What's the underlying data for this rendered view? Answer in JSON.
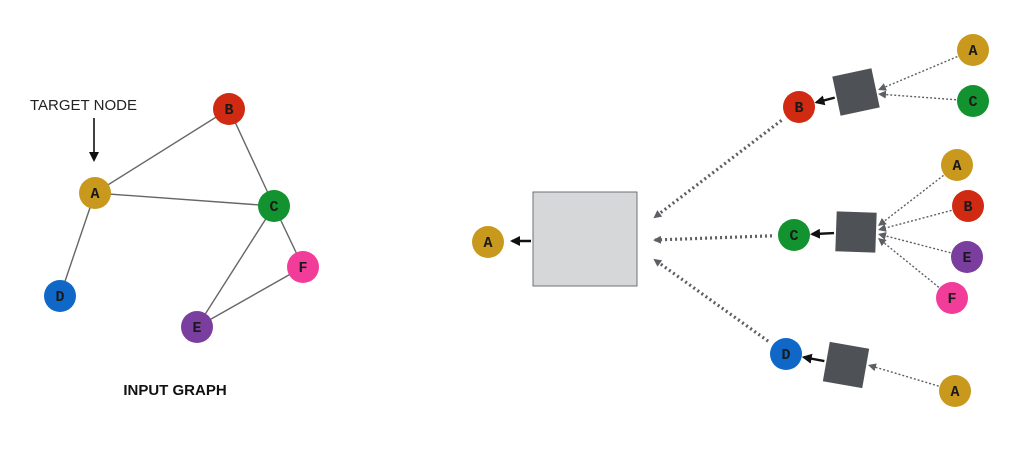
{
  "colors": {
    "A": "#C9991E",
    "B": "#D02A12",
    "C": "#13932F",
    "D": "#0F68C8",
    "E": "#7A3E9E",
    "F": "#F23C9A",
    "agg_big": "#D6D7D9",
    "agg_small": "#4E5156",
    "edge": "#666666",
    "arrow": "#5C5F63"
  },
  "input_graph": {
    "title": "INPUT GRAPH",
    "target_label": "TARGET NODE",
    "nodes": [
      {
        "id": "A",
        "label": "A"
      },
      {
        "id": "B",
        "label": "B"
      },
      {
        "id": "C",
        "label": "C"
      },
      {
        "id": "D",
        "label": "D"
      },
      {
        "id": "E",
        "label": "E"
      },
      {
        "id": "F",
        "label": "F"
      }
    ],
    "edges": [
      [
        "A",
        "B"
      ],
      [
        "A",
        "C"
      ],
      [
        "A",
        "D"
      ],
      [
        "B",
        "C"
      ],
      [
        "C",
        "E"
      ],
      [
        "C",
        "F"
      ],
      [
        "E",
        "F"
      ]
    ]
  },
  "computation_graph": {
    "target": {
      "id": "A",
      "label": "A"
    },
    "level1": [
      {
        "id": "B",
        "label": "B",
        "neighbors": [
          {
            "id": "A",
            "label": "A"
          },
          {
            "id": "C",
            "label": "C"
          }
        ]
      },
      {
        "id": "C",
        "label": "C",
        "neighbors": [
          {
            "id": "A",
            "label": "A"
          },
          {
            "id": "B",
            "label": "B"
          },
          {
            "id": "E",
            "label": "E"
          },
          {
            "id": "F",
            "label": "F"
          }
        ]
      },
      {
        "id": "D",
        "label": "D",
        "neighbors": [
          {
            "id": "A",
            "label": "A"
          }
        ]
      }
    ]
  }
}
